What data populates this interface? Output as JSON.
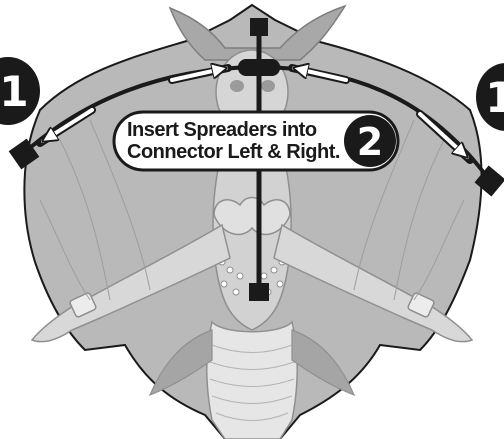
{
  "instruction": {
    "line1": "Insert Spreaders into",
    "line2": "Connector Left & Right."
  },
  "steps": {
    "left": "1",
    "right": "1",
    "center": "2"
  },
  "icons": {
    "illustration": "mermaid-kite-illustration",
    "arrows": "outward-and-inward-arrow-icons"
  },
  "colors": {
    "ink": "#1a1a1a",
    "silhouette": "#b9b9b9",
    "shade": "#8f8f8f",
    "highlight": "#e6e6e6"
  }
}
